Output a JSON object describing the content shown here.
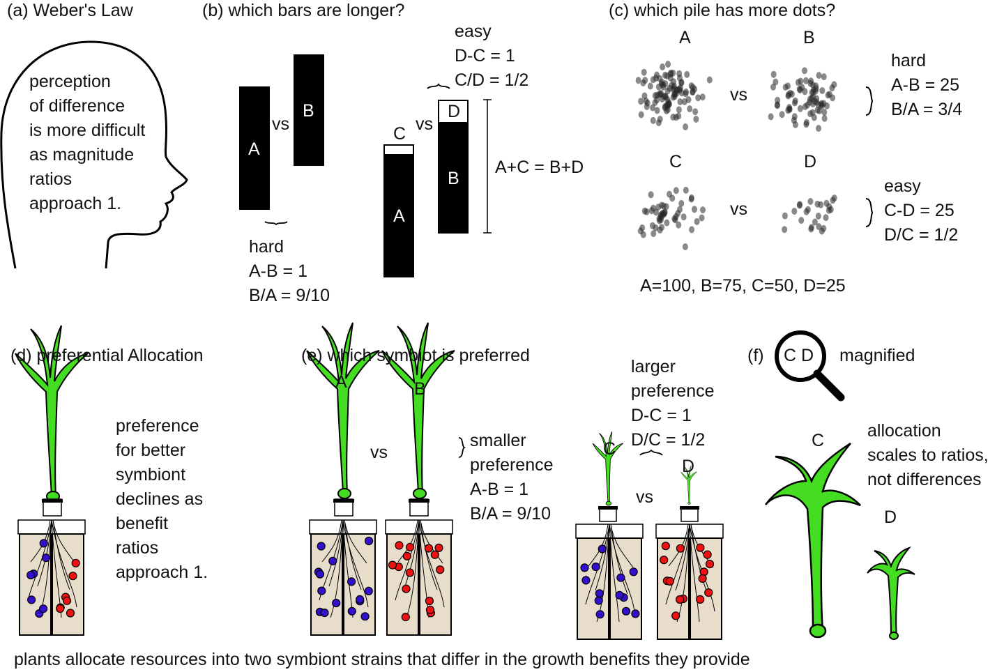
{
  "panels": {
    "a": {
      "title": "(a)  Weber's Law",
      "lines": [
        "perception",
        "of difference",
        "is more difficult",
        "as magnitude",
        "ratios",
        "approach 1."
      ]
    },
    "b": {
      "title": "(b) which bars are longer?",
      "bar_a": "A",
      "bar_b": "B",
      "bar_c": "C",
      "bar_d": "D",
      "vs": "vs",
      "hard": {
        "label": "hard",
        "diff": "A-B  = 1",
        "ratio": "B/A = 9/10"
      },
      "easy": {
        "label": "easy",
        "diff": "D-C  = 1",
        "ratio": "C/D = 1/2"
      },
      "sum": "A+C = B+D"
    },
    "c": {
      "title": "(c)  which pile has more dots?",
      "labels": {
        "a": "A",
        "b": "B",
        "c": "C",
        "d": "D"
      },
      "vs": "vs",
      "hard": {
        "label": "hard",
        "diff": "A-B = 25",
        "ratio": "B/A = 3/4"
      },
      "easy": {
        "label": "easy",
        "diff": "C-D = 25",
        "ratio": "D/C = 1/2"
      },
      "counts": "A=100, B=75, C=50, D=25"
    },
    "d": {
      "title": "(d) preferential Allocation",
      "lines": [
        "preference",
        "for better",
        "symbiont",
        "declines as",
        "benefit",
        "ratios",
        "approach 1."
      ]
    },
    "e": {
      "title": "(e) which symbiot is preferred",
      "plant_a": "A",
      "plant_b": "B",
      "plant_c": "C",
      "plant_d": "D",
      "vs": "vs",
      "smaller": {
        "l1": "smaller",
        "l2": "preference",
        "diff": "A-B  = 1",
        "ratio": "B/A = 9/10"
      },
      "larger": {
        "l1": "larger",
        "l2": "preference",
        "diff": "D-C  = 1",
        "ratio": "D/C = 1/2"
      }
    },
    "f": {
      "title": "(f)",
      "lens_text": "C D",
      "magnified": "magnified",
      "plant_c": "C",
      "plant_d": "D",
      "lines": [
        "allocation",
        "scales to ratios,",
        "not differences"
      ]
    }
  },
  "caption": "plants allocate resources into two symbiont strains that differ in the growth benefits they provide",
  "colors": {
    "leaf": "#44dd22",
    "soil": "#e8dccb",
    "symbiont_blue": "#3311cc",
    "symbiont_red": "#ee1111"
  }
}
